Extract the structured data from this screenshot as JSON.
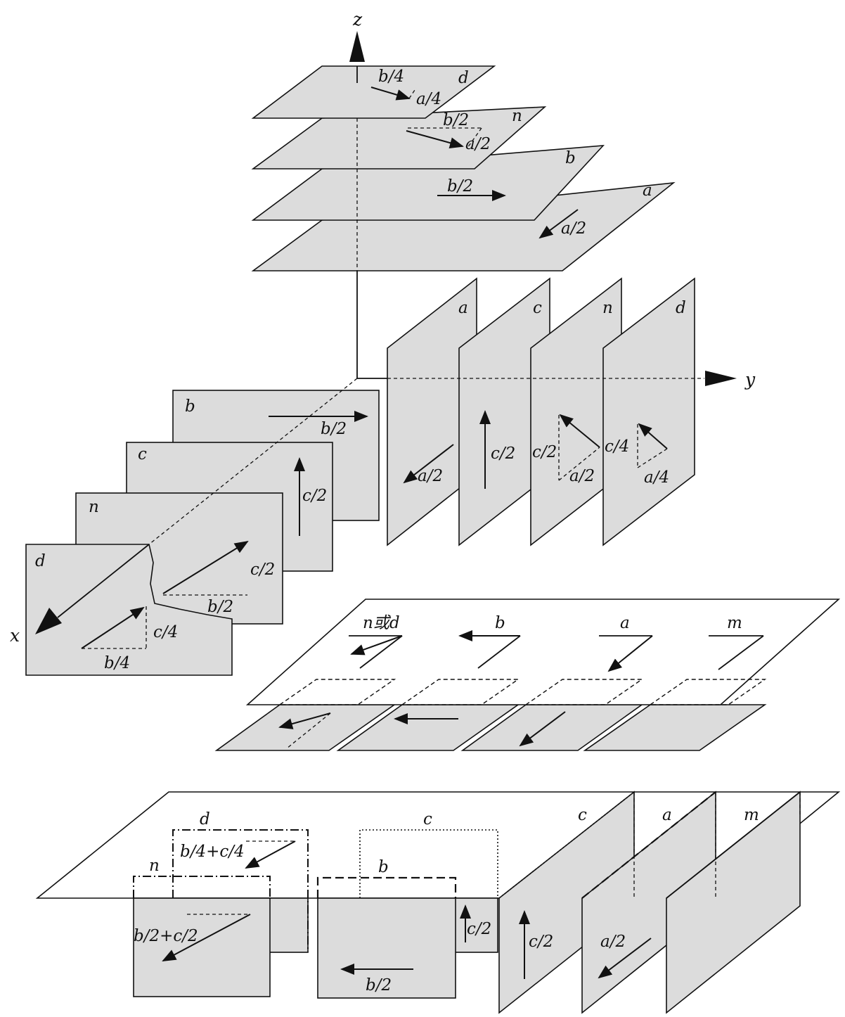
{
  "axes": {
    "z": "z",
    "y": "y",
    "x": "x"
  },
  "top_stack": {
    "plane_d": {
      "name": "d",
      "shift_b": "b/4",
      "shift_a": "a/4"
    },
    "plane_n": {
      "name": "n",
      "shift_b": "b/2",
      "shift_a": "a/2"
    },
    "plane_b": {
      "name": "b",
      "shift": "b/2"
    },
    "plane_a": {
      "name": "a",
      "shift": "a/2"
    }
  },
  "right_stack": {
    "plane_a": {
      "name": "a",
      "shift": "a/2"
    },
    "plane_c": {
      "name": "c",
      "shift": "c/2"
    },
    "plane_n": {
      "name": "n",
      "shift_c": "c/2",
      "shift_c4": "c/4",
      "shift_a": "a/2"
    },
    "plane_d": {
      "name": "d",
      "shift_a": "a/4"
    }
  },
  "left_stack": {
    "plane_b": {
      "name": "b",
      "shift": "b/2"
    },
    "plane_c": {
      "name": "c",
      "shift": "c/2"
    },
    "plane_n": {
      "name": "n",
      "shift_c": "c/2",
      "shift_b": "b/2"
    },
    "plane_d": {
      "name": "d",
      "shift_c": "c/4",
      "shift_b": "b/4"
    }
  },
  "middle_row": {
    "label_nd": "n或d",
    "label_b": "b",
    "label_a": "a",
    "label_m": "m"
  },
  "bottom_row": {
    "label_d": "d",
    "label_d_shift": "b/4+c/4",
    "label_c_top": "c",
    "label_n": "n",
    "label_b": "b",
    "label_c_right": "c",
    "label_a": "a",
    "label_m": "m",
    "shift_bc": "b/2+c/2",
    "shift_b": "b/2",
    "shift_c_small": "c/2",
    "shift_c": "c/2",
    "shift_a": "a/2"
  }
}
